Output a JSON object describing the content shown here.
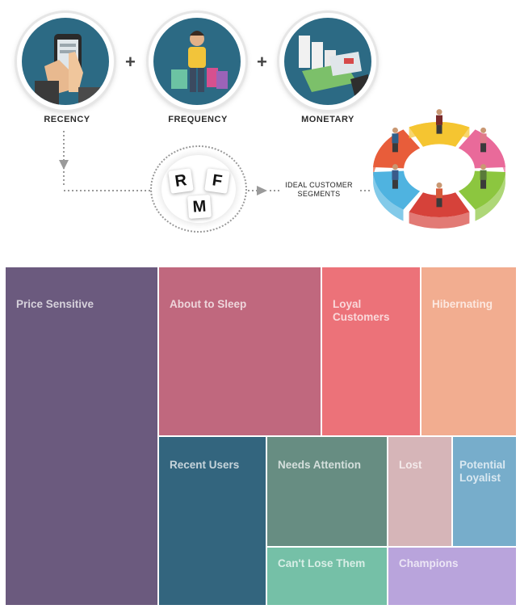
{
  "top": {
    "steps": [
      {
        "label": "RECENCY",
        "icon": "phone-hand-icon"
      },
      {
        "label": "FREQUENCY",
        "icon": "shopper-with-bags-icon"
      },
      {
        "label": "MONETARY",
        "icon": "cash-payment-icon"
      }
    ],
    "plus_sign": "+",
    "rfm_letters": {
      "r": "R",
      "f": "F",
      "m": "M"
    },
    "segments_label": "IDEAL CUSTOMER SEGMENTS",
    "ring_colors": [
      "#e85d3a",
      "#f5c531",
      "#e96a9a",
      "#8cc63f",
      "#d6423a",
      "#4fb3e0"
    ]
  },
  "treemap": {
    "tiles": [
      {
        "label": "Price Sensitive",
        "color": "#6b5a7e"
      },
      {
        "label": "About to Sleep",
        "color": "#c0687e"
      },
      {
        "label": "Loyal Customers",
        "color": "#ec7279"
      },
      {
        "label": "Hibernating",
        "color": "#f2ad90"
      },
      {
        "label": "Recent Users",
        "color": "#33657e"
      },
      {
        "label": "Needs Attention",
        "color": "#678d82"
      },
      {
        "label": "Lost",
        "color": "#d6b5b8"
      },
      {
        "label": "Potential Loyalist",
        "color": "#77adcb"
      },
      {
        "label": "Can't Lose Them",
        "color": "#75c0a7"
      },
      {
        "label": "Champions",
        "color": "#b9a4dc"
      }
    ]
  }
}
